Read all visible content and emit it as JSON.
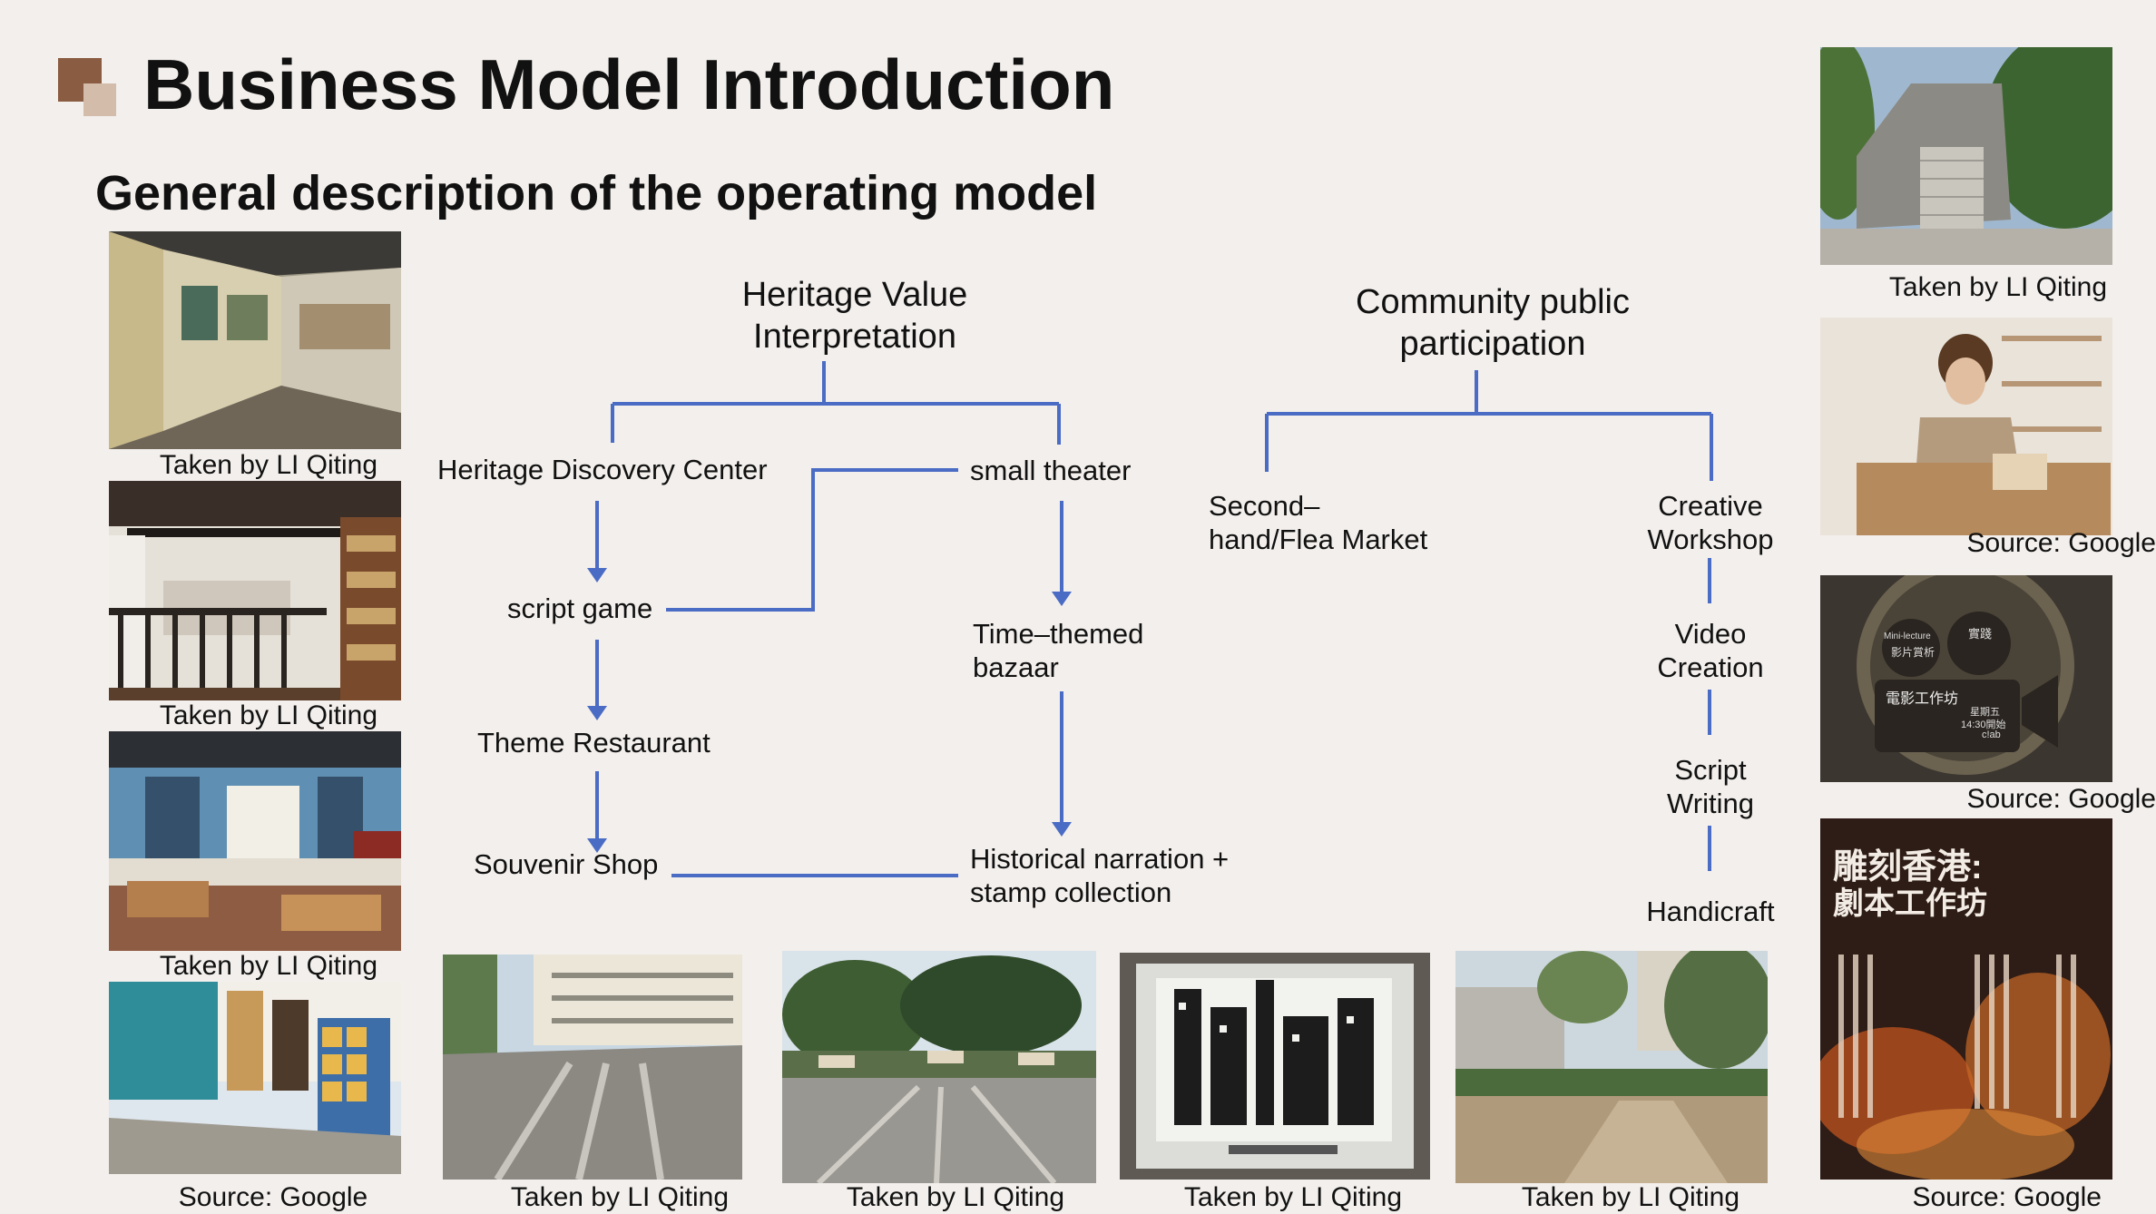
{
  "header": {
    "title": "Business Model Introduction",
    "subtitle": "General description of the operating model"
  },
  "colors": {
    "accent_dark": "#8a5c41",
    "accent_light": "#d4bcaa",
    "connector": "#4a6cc4"
  },
  "diagram": {
    "heritage_heading": [
      "Heritage Value",
      "Interpretation"
    ],
    "community_heading": [
      "Community public",
      "participation"
    ],
    "nodes": {
      "discovery_center": "Heritage Discovery Center",
      "script_game": "script game",
      "theme_restaurant": "Theme Restaurant",
      "souvenir_shop": "Souvenir Shop",
      "small_theater": "small theater",
      "time_bazaar": [
        "Time–themed",
        "bazaar"
      ],
      "historical_narration": [
        "Historical narration +",
        "stamp collection"
      ],
      "flea_market": [
        "Second–",
        "hand/Flea Market"
      ],
      "creative_workshop": [
        "Creative",
        "Workshop"
      ],
      "video_creation": [
        "Video",
        "Creation"
      ],
      "script_writing": [
        "Script",
        "Writing"
      ],
      "handicraft": "Handicraft"
    }
  },
  "photos": {
    "left": [
      "Taken by LI Qiting",
      "Taken by LI Qiting",
      "Taken by LI Qiting",
      "Source: Google"
    ],
    "bottom": [
      "Taken by LI Qiting",
      "Taken by LI Qiting",
      "Taken by LI Qiting",
      "Taken by LI Qiting"
    ],
    "right": [
      "Taken by LI Qiting",
      "Source: Google",
      "Source: Google",
      "Source: Google"
    ]
  },
  "poster": {
    "film_workshop": "電影工作坊",
    "mini_lecture": "Mini-lecture",
    "mini_lecture_sub": "影片賞析",
    "practice": "實踐",
    "day": "星期五",
    "time": "14:30開始",
    "venue": "c!ab",
    "script_title_1": "雕刻香港:",
    "script_title_2": "劇本工作坊"
  }
}
